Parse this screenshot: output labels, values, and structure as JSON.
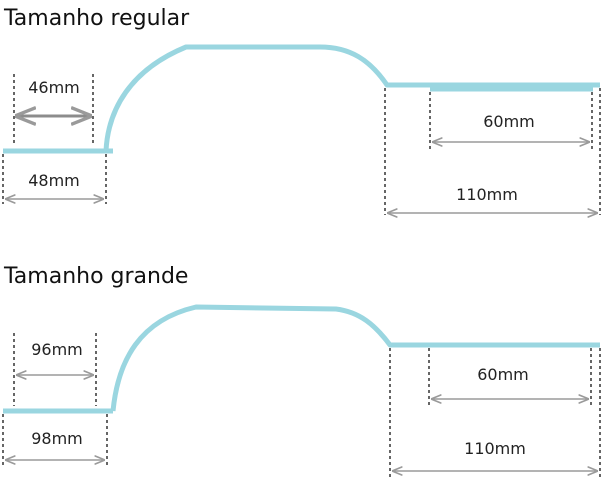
{
  "colors": {
    "profile": "#9ad6e0",
    "dimension_line": "#9a9a9a",
    "dimension_line_strong": "#8c8c8c",
    "extension_line": "#333333",
    "text": "#222222"
  },
  "regular": {
    "title": "Tamanho regular",
    "dim_inner": "46mm",
    "dim_outer": "48mm",
    "dim_right_inner": "60mm",
    "dim_right_outer": "110mm"
  },
  "grande": {
    "title": "Tamanho grande",
    "dim_inner": "96mm",
    "dim_outer": "98mm",
    "dim_right_inner": "60mm",
    "dim_right_outer": "110mm"
  }
}
